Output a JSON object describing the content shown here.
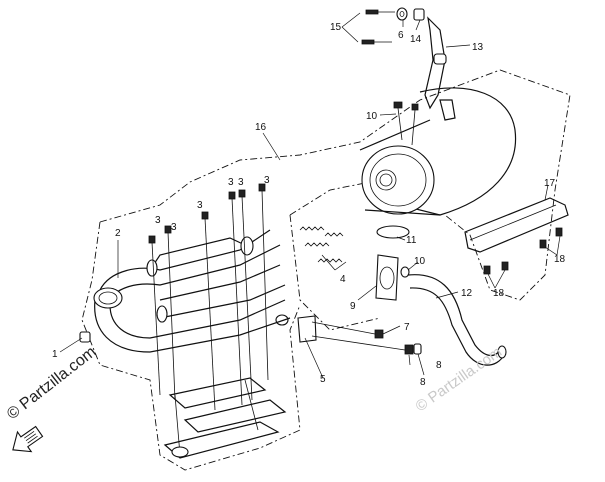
{
  "watermarks": {
    "main": "© Partzilla.com",
    "faint": "© Partzilla.com"
  },
  "callouts": {
    "c1": "1",
    "c2": "2",
    "c3a": "3",
    "c3b": "3",
    "c3c": "3",
    "c3d": "3",
    "c3e": "3",
    "c3f": "3",
    "c4": "4",
    "c5": "5",
    "c6": "6",
    "c7": "7",
    "c8a": "8",
    "c8b": "8",
    "c9": "9",
    "c10a": "10",
    "c10b": "10",
    "c11": "11",
    "c12": "12",
    "c13": "13",
    "c14": "14",
    "c15": "15",
    "c16": "16",
    "c17": "17",
    "c18a": "18",
    "c18b": "18"
  }
}
